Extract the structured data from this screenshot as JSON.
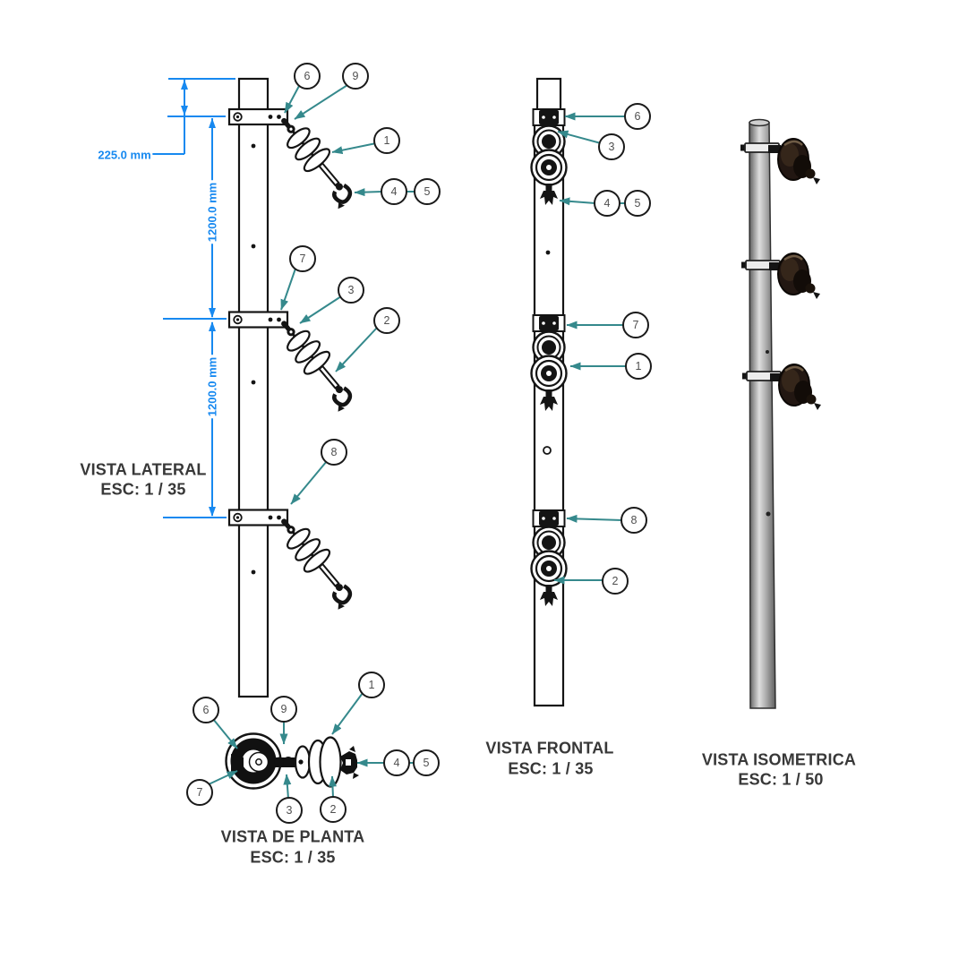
{
  "drawing": {
    "views": {
      "lateral": {
        "title": "VISTA LATERAL",
        "scale": "ESC: 1 / 35"
      },
      "frontal": {
        "title": "VISTA FRONTAL",
        "scale": "ESC: 1 / 35"
      },
      "planta": {
        "title": "VISTA DE PLANTA",
        "scale": "ESC: 1 / 35"
      },
      "isometrica": {
        "title": "VISTA ISOMETRICA",
        "scale": "ESC: 1 / 50"
      }
    },
    "dimensions": {
      "offset": "225.0 mm",
      "bay1": "1200.0 mm",
      "bay2": "1200.0 mm"
    },
    "balloons": {
      "lateral": [
        "6",
        "9",
        "1",
        "4",
        "5",
        "7",
        "3",
        "2",
        "8"
      ],
      "frontal": [
        "6",
        "3",
        "4",
        "5",
        "7",
        "1",
        "8",
        "2"
      ],
      "planta": [
        "6",
        "9",
        "1",
        "7",
        "3",
        "2",
        "4",
        "5"
      ]
    },
    "colors": {
      "dimension_blue": "#1789f0",
      "leader_teal": "#35898c",
      "line_black": "#151515",
      "iso_pole_gray": "#9d9d9d"
    }
  }
}
